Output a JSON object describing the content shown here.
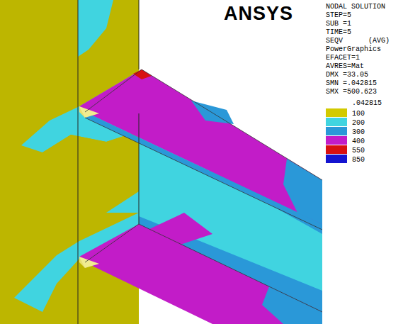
{
  "diagram": {
    "labels": [
      "ANSYS",
      "NODAL SOLUTION",
      "STEP=5",
      "SUB =1",
      "TIME=5",
      "SEQV      (AVG)",
      "PowerGraphics",
      "EFACET=1",
      "AVRES=Mat",
      "DMX =33.05",
      "SMN =.042815",
      "SMX =500.623",
      ".042815"
    ],
    "legend": [
      {
        "text": "100",
        "color": "#d2ca00"
      },
      {
        "text": "200",
        "color": "#40d4e0"
      },
      {
        "text": "300",
        "color": "#2a98d8"
      },
      {
        "text": "400",
        "color": "#c21cc8"
      },
      {
        "text": "550",
        "color": "#d81010"
      },
      {
        "text": "850",
        "color": "#1414d0"
      }
    ]
  }
}
